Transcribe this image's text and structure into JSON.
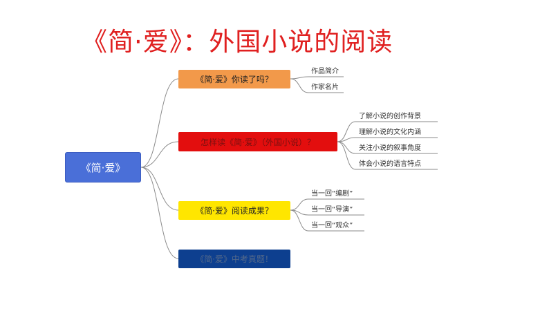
{
  "title": "《简·爱》：外国小说的阅读",
  "root": "《简·爱》",
  "branches": [
    {
      "label": "《简·爱》你读了吗？",
      "leaves": [
        "作品简介",
        "作家名片"
      ]
    },
    {
      "label": "怎样读《简·爱》（外国小说）？",
      "leaves": [
        "了解小说的创作背景",
        "理解小说的文化内涵",
        "关注小说的叙事角度",
        "体会小说的语言特点"
      ]
    },
    {
      "label": "《简·爱》阅读成果？",
      "leaves": [
        "当一回“编剧”",
        "当一回“导演”",
        "当一回“观众”"
      ]
    },
    {
      "label": "《简·爱》中考真题！",
      "leaves": []
    }
  ]
}
